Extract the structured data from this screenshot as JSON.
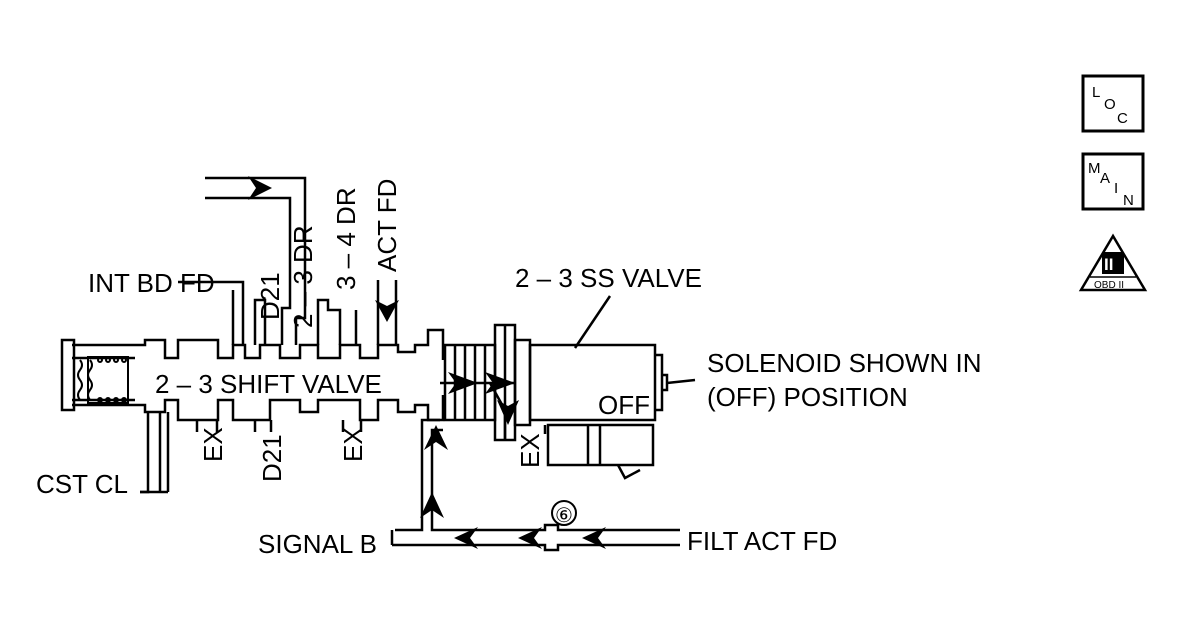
{
  "labels": {
    "int_bd_fd": "INT BD FD",
    "d21_top": "D21",
    "dr_23": "2 – 3 DR",
    "dr_34": "3 – 4 DR",
    "act_fd": "ACT FD",
    "ss_valve": "2 – 3 SS VALVE",
    "shift_valve": "2 – 3 SHIFT VALVE",
    "solenoid_line1": "SOLENOID SHOWN IN",
    "solenoid_line2": "(OFF) POSITION",
    "off": "OFF",
    "ex_left": "EX",
    "d21_bottom": "D21",
    "ex_mid": "EX",
    "ex_right": "EX",
    "cst_cl": "CST CL",
    "signal_b": "SIGNAL B",
    "filt_act_fd": "FILT ACT FD",
    "orifice": "⑥"
  },
  "nav": {
    "loc": {
      "l": "L",
      "o": "O",
      "c": "C"
    },
    "main": {
      "m": "M",
      "a": "A",
      "i": "I",
      "n": "N"
    },
    "obd": {
      "numeral": "II",
      "text": "OBD II"
    }
  }
}
